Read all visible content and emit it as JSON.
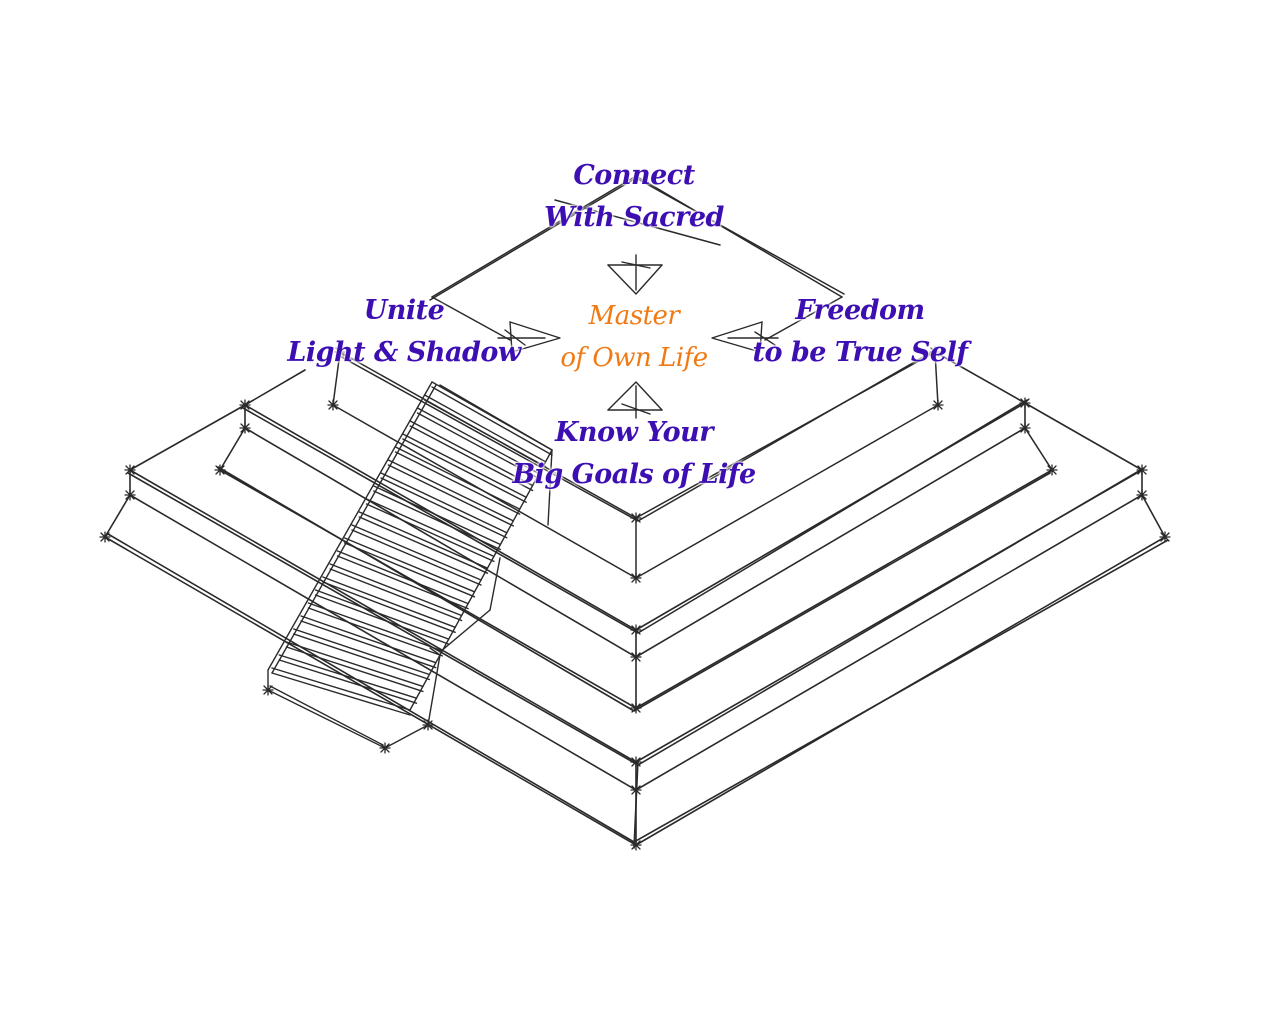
{
  "diagram": {
    "top": {
      "line1": "Connect",
      "line2": "With Sacred"
    },
    "left": {
      "line1": "Unite",
      "line2": "Light & Shadow"
    },
    "center": {
      "line1": "Master",
      "line2": "of Own Life"
    },
    "right": {
      "line1": "Freedom",
      "line2": "to be True Self"
    },
    "bottom": {
      "line1": "Know Your",
      "line2": "Big Goals of Life"
    }
  },
  "colors": {
    "label_primary": "#3d0fb3",
    "label_center": "#f07a14",
    "sketch_lines": "#2a2a2a"
  }
}
